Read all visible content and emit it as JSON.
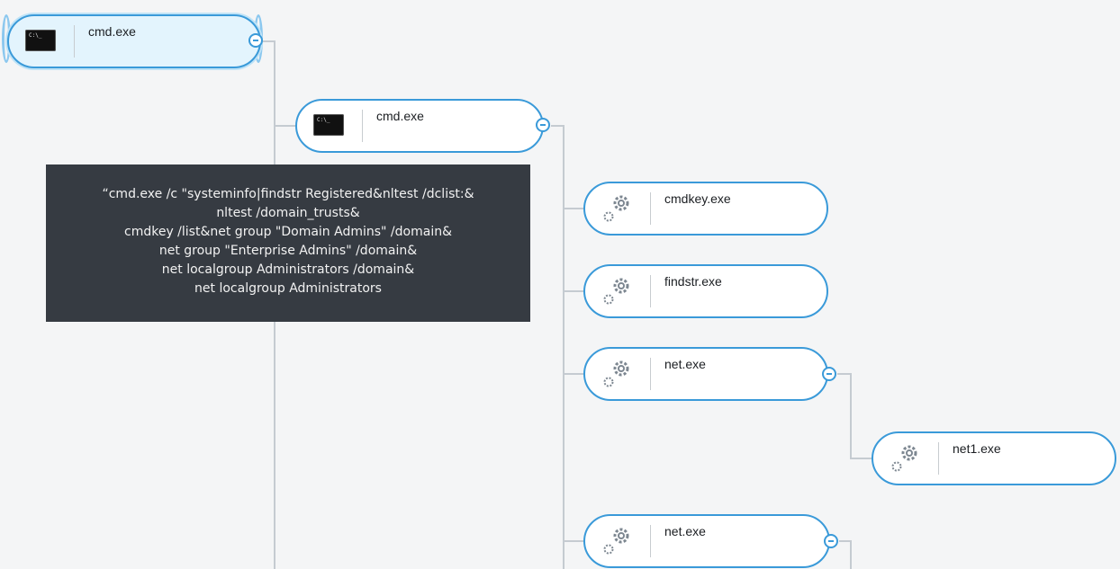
{
  "nodes": {
    "root_cmd": {
      "label": "cmd.exe",
      "icon": "cmd-icon",
      "icon_text": "C:\\_"
    },
    "child_cmd": {
      "label": "cmd.exe",
      "icon": "cmd-icon",
      "icon_text": "C:\\_"
    },
    "cmdkey": {
      "label": "cmdkey.exe",
      "icon": "gear-icon"
    },
    "findstr": {
      "label": "findstr.exe",
      "icon": "gear-icon"
    },
    "net_a": {
      "label": "net.exe",
      "icon": "gear-icon"
    },
    "net1": {
      "label": "net1.exe",
      "icon": "gear-icon"
    },
    "net_b": {
      "label": "net.exe",
      "icon": "gear-icon"
    }
  },
  "tooltip": {
    "lines": [
      "“cmd.exe /c \"systeminfo|findstr Registered&nltest /dclist:&",
      "nltest /domain_trusts&",
      "cmdkey /list&net group \"Domain Admins\" /domain&",
      "net group \"Enterprise Admins\" /domain&",
      "net localgroup Administrators /domain&",
      "net localgroup Administrators"
    ]
  },
  "colors": {
    "accent": "#3a9ad9",
    "connector": "#c5cbd1",
    "tooltip_bg": "#363b42",
    "selected_bg": "#e3f4fd"
  }
}
